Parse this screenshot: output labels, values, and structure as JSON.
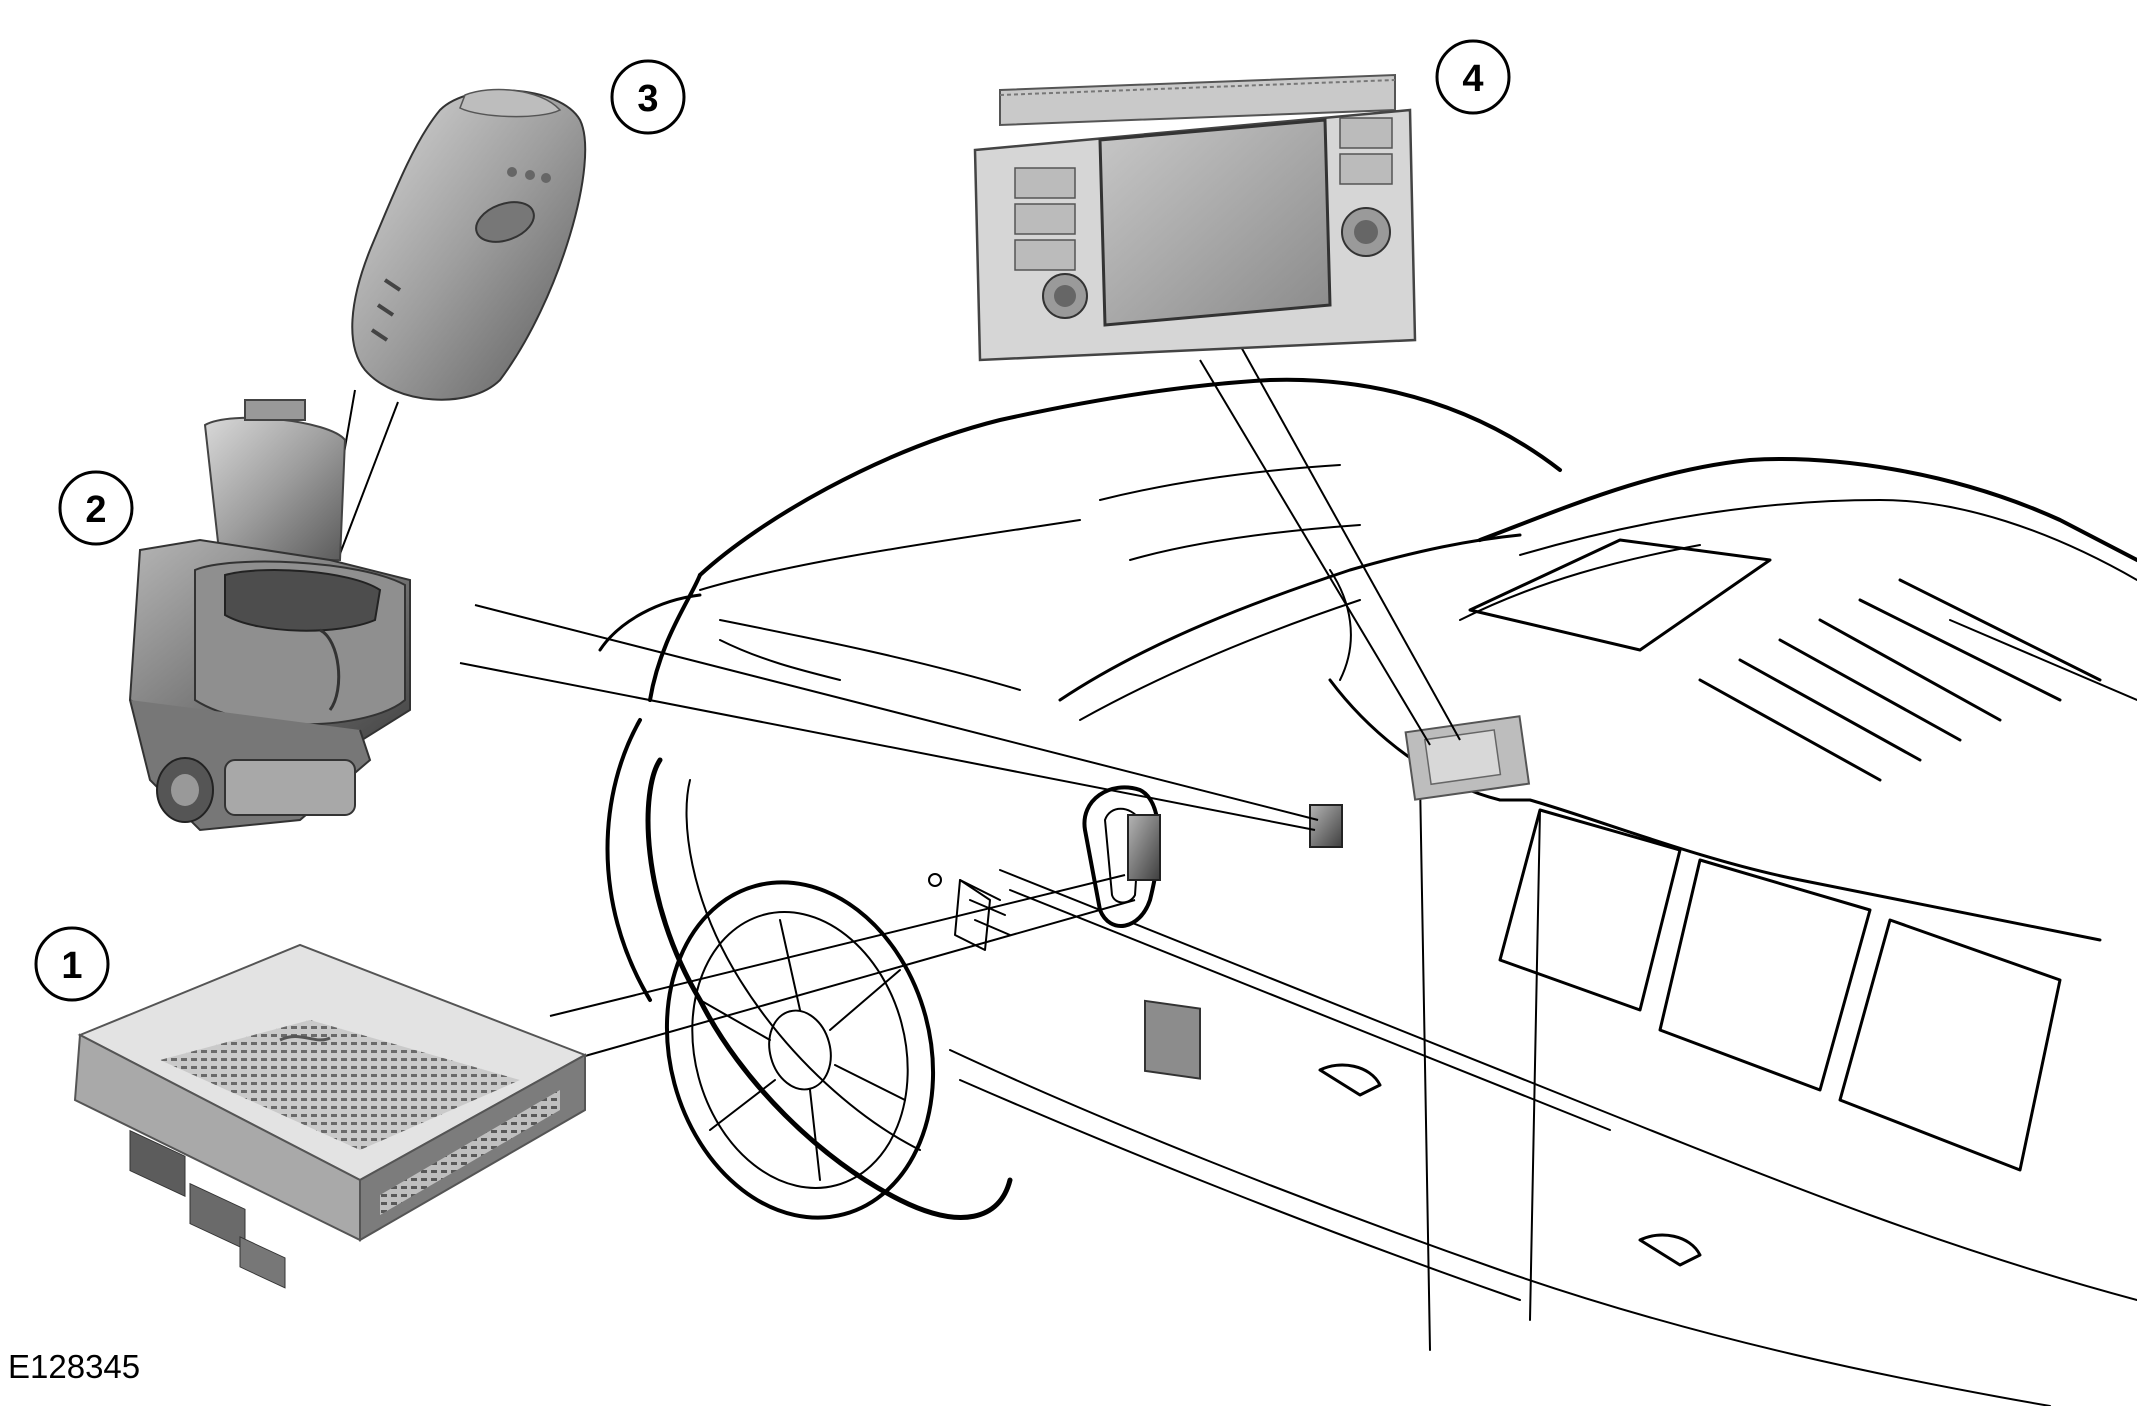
{
  "figure_ref": "E128345",
  "callouts": [
    {
      "label": "1",
      "component": "module-1"
    },
    {
      "label": "2",
      "component": "module-2"
    },
    {
      "label": "3",
      "component": "module-3"
    },
    {
      "label": "4",
      "component": "module-4"
    }
  ]
}
